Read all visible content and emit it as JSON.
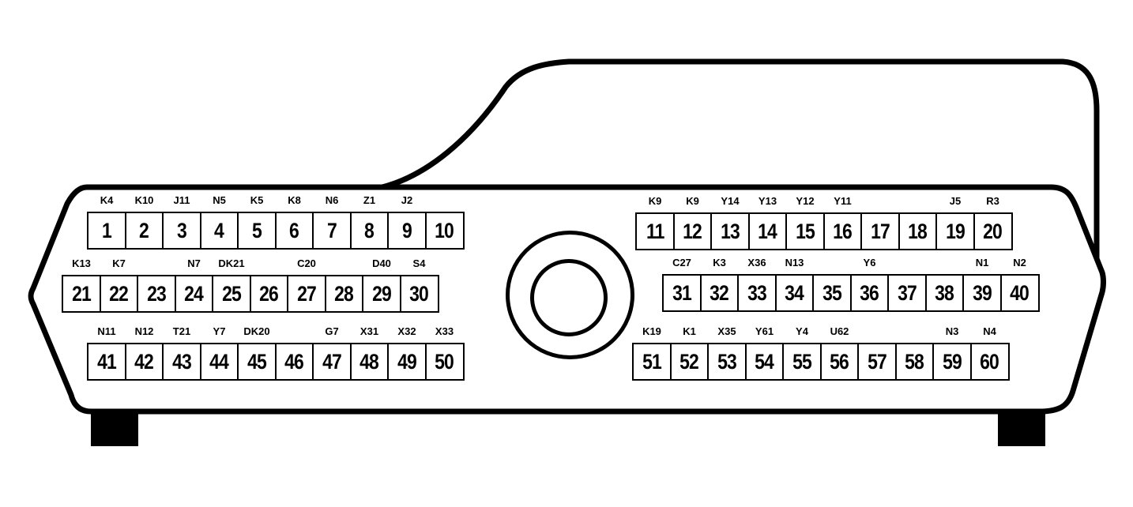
{
  "diagram": {
    "type": "connector-pinout",
    "colors": {
      "line": "#000000",
      "background": "#ffffff"
    },
    "left_block": {
      "rows": [
        {
          "pins": [
            {
              "num": "1",
              "label": "K4"
            },
            {
              "num": "2",
              "label": "K10"
            },
            {
              "num": "3",
              "label": "J11"
            },
            {
              "num": "4",
              "label": "N5"
            },
            {
              "num": "5",
              "label": "K5"
            },
            {
              "num": "6",
              "label": "K8"
            },
            {
              "num": "7",
              "label": "N6"
            },
            {
              "num": "8",
              "label": "Z1"
            },
            {
              "num": "9",
              "label": "J2"
            },
            {
              "num": "10",
              "label": ""
            }
          ]
        },
        {
          "pins": [
            {
              "num": "21",
              "label": "K13"
            },
            {
              "num": "22",
              "label": "K7"
            },
            {
              "num": "23",
              "label": ""
            },
            {
              "num": "24",
              "label": "N7"
            },
            {
              "num": "25",
              "label": "DK21"
            },
            {
              "num": "26",
              "label": ""
            },
            {
              "num": "27",
              "label": "C20"
            },
            {
              "num": "28",
              "label": ""
            },
            {
              "num": "29",
              "label": "D40"
            },
            {
              "num": "30",
              "label": "S4"
            }
          ]
        },
        {
          "pins": [
            {
              "num": "41",
              "label": "N11"
            },
            {
              "num": "42",
              "label": "N12"
            },
            {
              "num": "43",
              "label": "T21"
            },
            {
              "num": "44",
              "label": "Y7"
            },
            {
              "num": "45",
              "label": "DK20"
            },
            {
              "num": "46",
              "label": ""
            },
            {
              "num": "47",
              "label": "G7"
            },
            {
              "num": "48",
              "label": "X31"
            },
            {
              "num": "49",
              "label": "X32"
            },
            {
              "num": "50",
              "label": "X33"
            }
          ]
        }
      ]
    },
    "right_block": {
      "rows": [
        {
          "pins": [
            {
              "num": "11",
              "label": "K9"
            },
            {
              "num": "12",
              "label": "K9"
            },
            {
              "num": "13",
              "label": "Y14"
            },
            {
              "num": "14",
              "label": "Y13"
            },
            {
              "num": "15",
              "label": "Y12"
            },
            {
              "num": "16",
              "label": "Y11"
            },
            {
              "num": "17",
              "label": ""
            },
            {
              "num": "18",
              "label": ""
            },
            {
              "num": "19",
              "label": "J5"
            },
            {
              "num": "20",
              "label": "R3"
            }
          ]
        },
        {
          "pins": [
            {
              "num": "31",
              "label": "C27"
            },
            {
              "num": "32",
              "label": "K3"
            },
            {
              "num": "33",
              "label": "X36"
            },
            {
              "num": "34",
              "label": "N13"
            },
            {
              "num": "35",
              "label": ""
            },
            {
              "num": "36",
              "label": "Y6"
            },
            {
              "num": "37",
              "label": ""
            },
            {
              "num": "38",
              "label": ""
            },
            {
              "num": "39",
              "label": "N1"
            },
            {
              "num": "40",
              "label": "N2"
            }
          ]
        },
        {
          "pins": [
            {
              "num": "51",
              "label": "K19"
            },
            {
              "num": "52",
              "label": "K1"
            },
            {
              "num": "53",
              "label": "X35"
            },
            {
              "num": "54",
              "label": "Y61"
            },
            {
              "num": "55",
              "label": "Y4"
            },
            {
              "num": "56",
              "label": "U62"
            },
            {
              "num": "57",
              "label": ""
            },
            {
              "num": "58",
              "label": ""
            },
            {
              "num": "59",
              "label": "N3"
            },
            {
              "num": "60",
              "label": "N4"
            }
          ]
        }
      ]
    }
  }
}
